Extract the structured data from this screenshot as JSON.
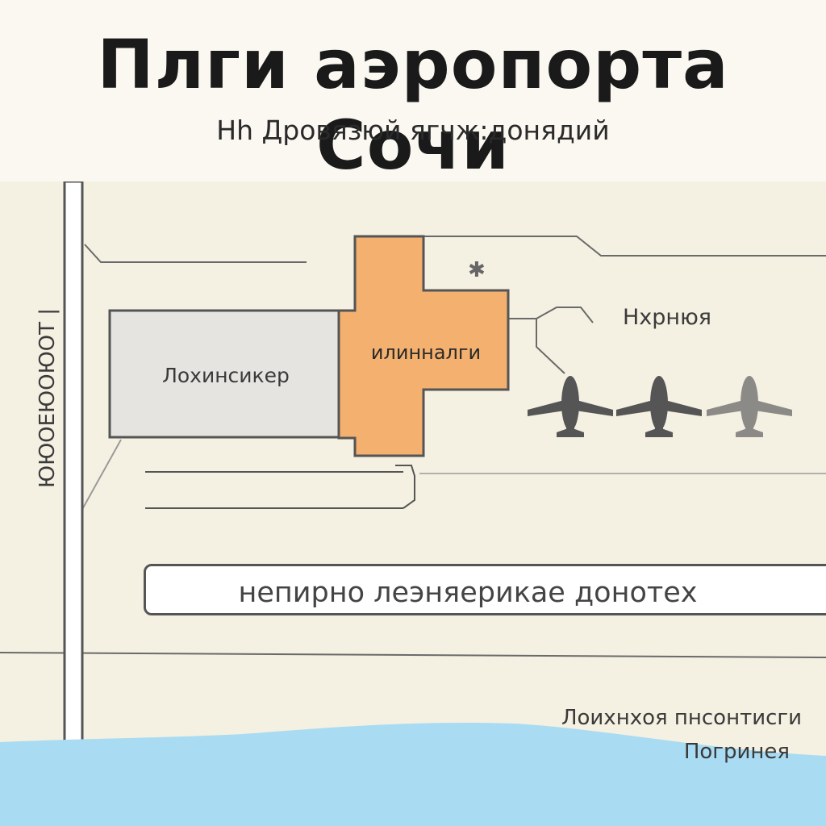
{
  "title": "Плги аэропорта Сочи",
  "subtitle": "Нh Дровязюй ягчж:донядий",
  "labels": {
    "terminal": "илинналги",
    "building": "Лохинсикер",
    "apron": "Нхрнюя",
    "road": "непирно леэняерикае донотех",
    "side": "ЮЮОЕЮОЮОТ |",
    "coast_line1": "Лоихнхоя пнсонтисги",
    "coast_line2": "Погринея"
  },
  "icons": {
    "planes": [
      "airplane-icon",
      "airplane-icon",
      "airplane-icon"
    ],
    "marker": "star-marker-icon"
  },
  "colors": {
    "terminal": "#f4b06e",
    "building": "#e5e4e0",
    "water": "#a9dcf3",
    "land": "#f4f0e2",
    "plane": "#555555"
  }
}
